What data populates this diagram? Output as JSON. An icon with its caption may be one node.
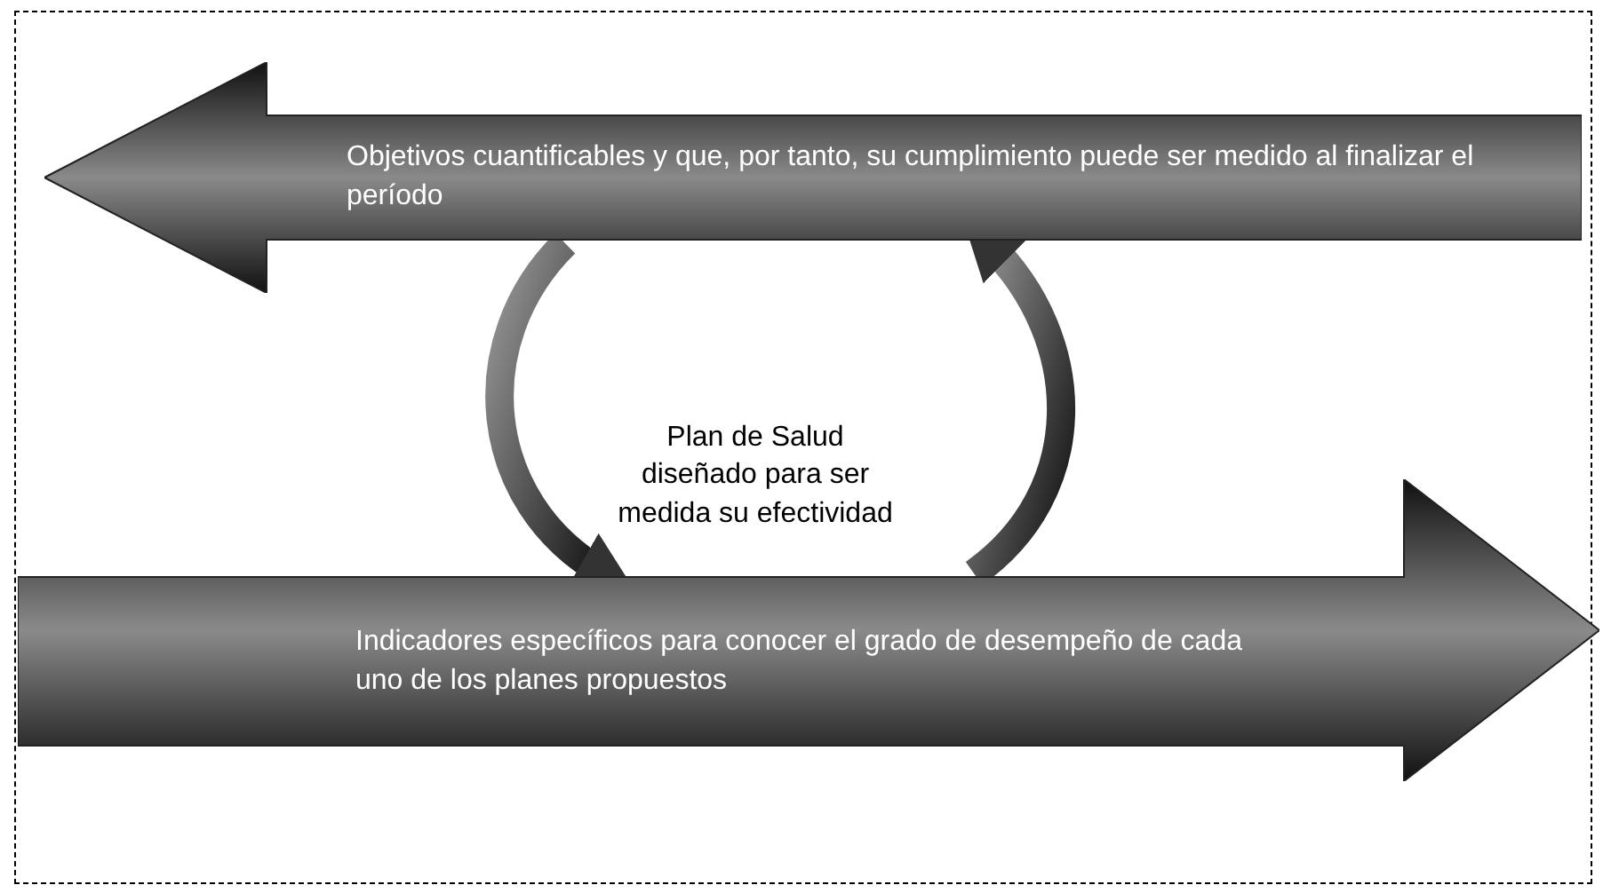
{
  "diagram": {
    "nodes": [
      {
        "text": [
          "Objetivos cuantificables y que, por tanto, su cumplimiento puede ser medido al finalizar el período"
        ]
      },
      {
        "text": [
          "Plan de Salud diseñado para ser medida su efectividad"
        ]
      },
      {
        "text": [
          "Indicadores específicos para conocer el grado de desempeño de cada uno de los planes propuestos"
        ]
      }
    ],
    "edges": [
      {
        "from": 0,
        "to": 2,
        "arrow": "to",
        "style": "thick"
      },
      {
        "from": 2,
        "to": 0,
        "arrow": "to",
        "style": "thick"
      }
    ]
  }
}
